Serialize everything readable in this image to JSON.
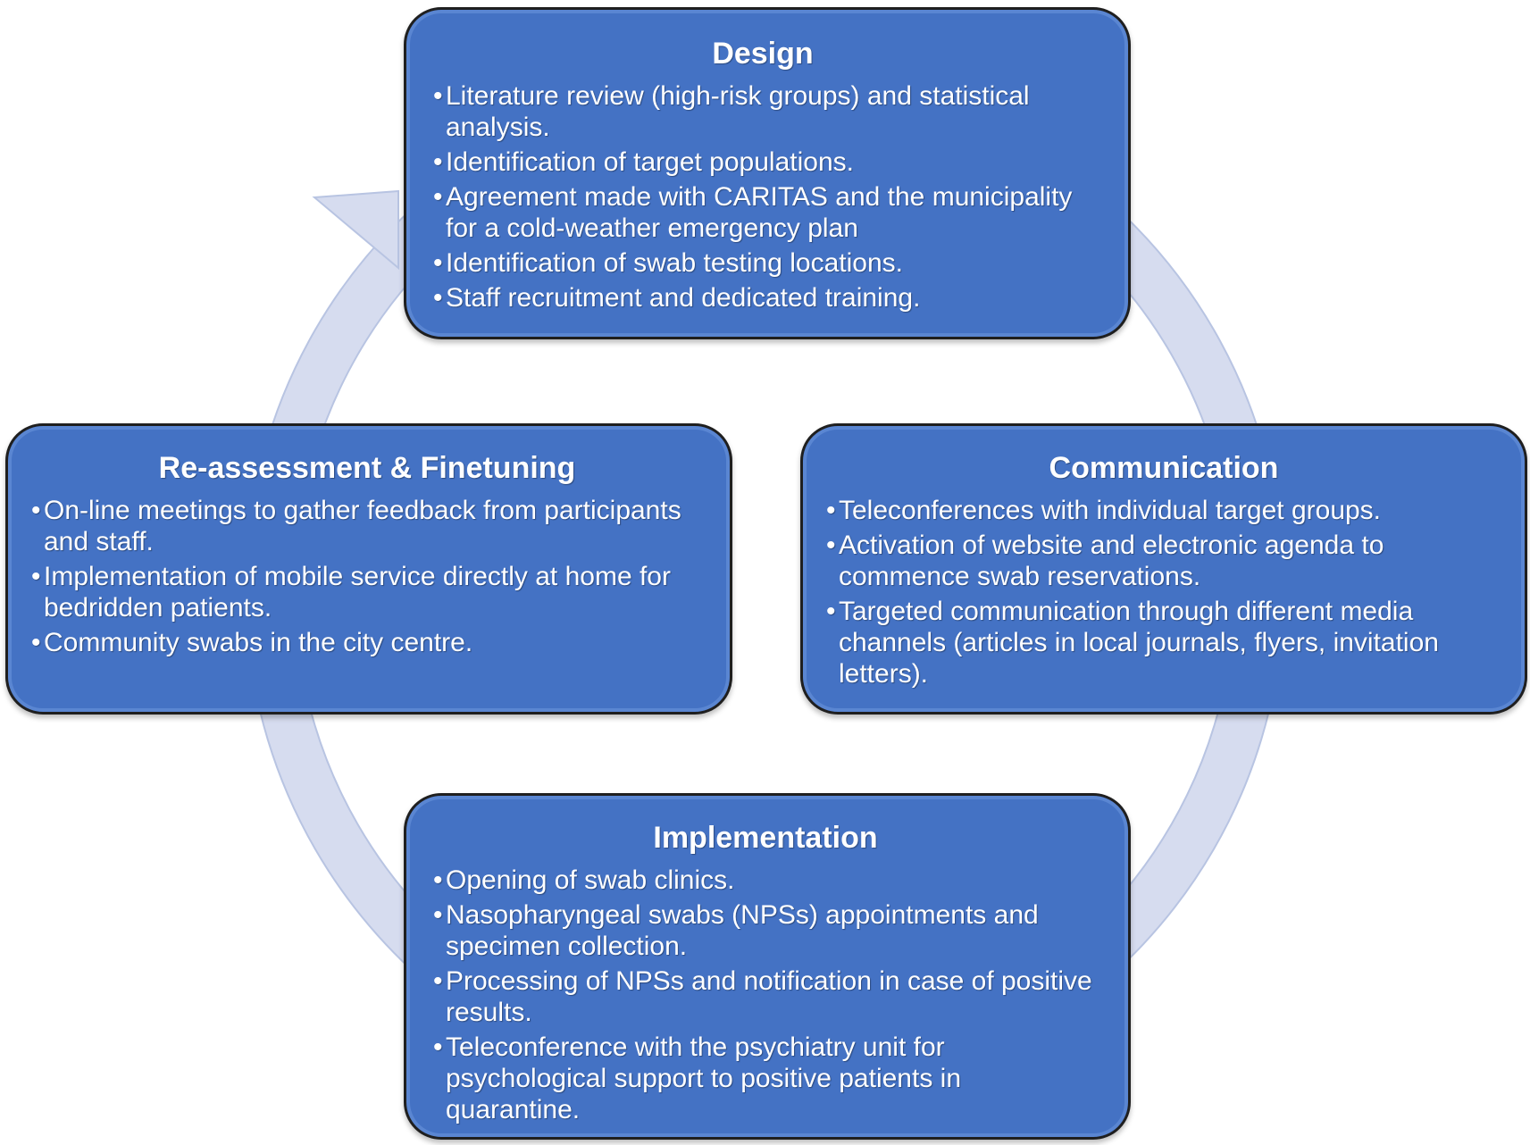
{
  "diagram": {
    "ring_color": "#d6dcef",
    "ring_edge_color": "#b8c4e2",
    "box_color": "#4472c4",
    "boxes": [
      {
        "title": "Design",
        "items": [
          "Literature review (high-risk groups) and statistical analysis.",
          "Identification of target populations.",
          "Agreement made with CARITAS and the municipality for a cold-weather emergency plan",
          "Identification of swab testing locations.",
          "Staff recruitment and dedicated training."
        ]
      },
      {
        "title": "Communication",
        "items": [
          "Teleconferences with individual target groups.",
          "Activation of website and electronic agenda to commence swab reservations.",
          "Targeted communication through different media channels (articles in local journals, flyers, invitation letters)."
        ]
      },
      {
        "title": "Implementation",
        "items": [
          "Opening of swab clinics.",
          "Nasopharyngeal swabs (NPSs) appointments and specimen collection.",
          "Processing of NPSs and notification in case of positive results.",
          "Teleconference with the psychiatry unit for psychological support to positive patients in quarantine."
        ]
      },
      {
        "title": "Re-assessment & Finetuning",
        "items": [
          "On-line meetings to gather feedback from participants and staff.",
          "Implementation of mobile service directly at home for bedridden patients.",
          "Community swabs in the city centre."
        ]
      }
    ]
  }
}
